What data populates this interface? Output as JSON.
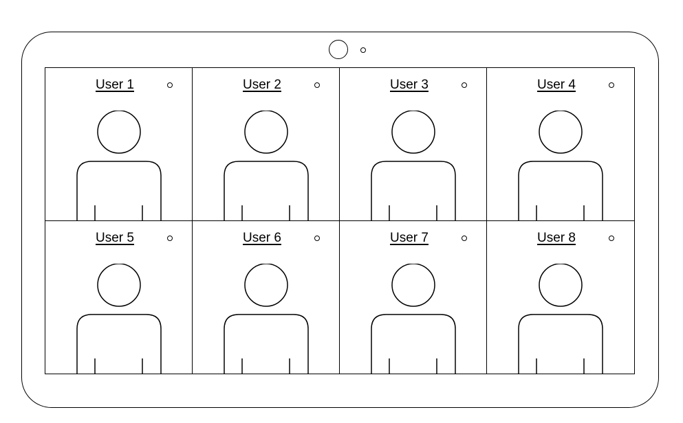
{
  "participants": [
    {
      "name": "User 1"
    },
    {
      "name": "User 2"
    },
    {
      "name": "User 3"
    },
    {
      "name": "User 4"
    },
    {
      "name": "User 5"
    },
    {
      "name": "User 6"
    },
    {
      "name": "User 7"
    },
    {
      "name": "User 8"
    }
  ],
  "icons": {
    "avatar": "person-silhouette-icon",
    "status": "status-indicator-icon",
    "camera": "camera-lens-icon"
  },
  "colors": {
    "line": "#000000",
    "background": "#ffffff"
  }
}
